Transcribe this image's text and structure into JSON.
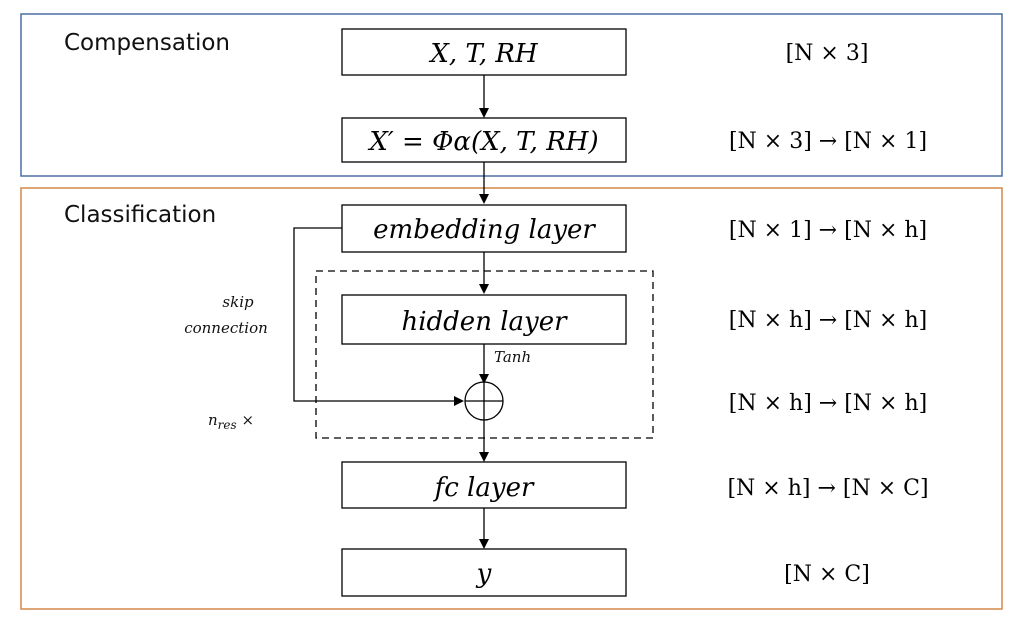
{
  "sections": {
    "compensation": {
      "label": "Compensation",
      "color": "#4a6fa5"
    },
    "classification": {
      "label": "Classification",
      "color": "#d4894a"
    }
  },
  "boxes": [
    {
      "id": "input",
      "label": "X, T, RH",
      "shape": "[N × 3]"
    },
    {
      "id": "compensation",
      "label": "X′ = Φα(X, T, RH)",
      "shape": "[N × 3] → [N × 1]"
    },
    {
      "id": "embedding",
      "label": "embedding layer",
      "shape": "[N × 1] → [N × h]"
    },
    {
      "id": "hidden",
      "label": "hidden layer",
      "shape": "[N × h] → [N × h]"
    },
    {
      "id": "add",
      "shape": "[N × h] → [N × h]"
    },
    {
      "id": "fc",
      "label": "fc layer",
      "shape": "[N × h] → [N × C]"
    },
    {
      "id": "output",
      "label": "y",
      "shape": "[N × C]"
    }
  ],
  "annotations": {
    "skip_line1": "skip",
    "skip_line2": "connection",
    "activation": "Tanh",
    "repeat_base": "n",
    "repeat_sub": "res",
    "repeat_suffix": " ×"
  }
}
